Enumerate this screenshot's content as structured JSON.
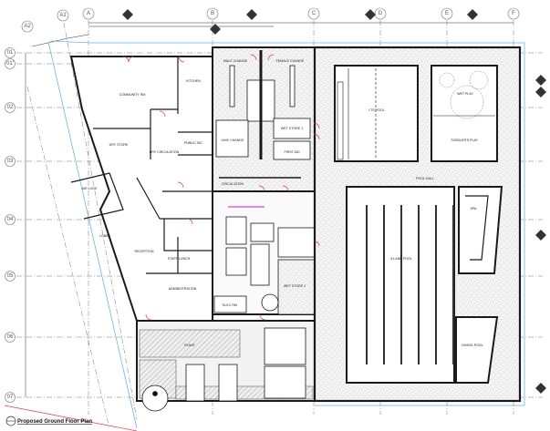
{
  "drawing": {
    "title": "Proposed Ground Floor Plan"
  },
  "grid": {
    "columns": [
      "A2",
      "A1",
      "A",
      "B",
      "C",
      "D",
      "E",
      "F"
    ],
    "rows": [
      "01",
      "01'",
      "02",
      "03",
      "04",
      "05",
      "06",
      "07"
    ]
  },
  "rooms": {
    "community_rm": "COMMUNITY RM",
    "kitchen": "KITCHEN",
    "dry_store": "DRY STORE",
    "dry_circulation": "DRY CIRCULATION",
    "public_wc": "PUBLIC WC",
    "air_lock": "AIR LOCK",
    "lobby": "LOBBY",
    "reception": "RECEPTION",
    "staff_lunch": "STAFF LUNCH",
    "administration": "ADMINISTRATION",
    "male_change": "MALE CHANGE",
    "female_change": "FEMALE CHANGE",
    "universal_change": "UNIV CHANGE",
    "first_aid": "FIRST AID",
    "wet_store": "WET STORE 1",
    "circulation": "CIRCULATION",
    "elec_rm": "ELEC RM",
    "wet_store_2": "WET STORE 2",
    "lts_pool": "LTS POOL",
    "wet_play": "WET PLAY",
    "toddlers_play": "TODDLER'S PLAY",
    "pool_hall": "POOL HALL",
    "leisure_pool": "8 LANE POOL",
    "spa": "SPA",
    "diving_pool": "DIVING POOL",
    "plant": "PLANT"
  },
  "colors": {
    "wall": "#1a1a1a",
    "grid": "#777777",
    "boundary_blue": "#6fb3f0",
    "door_red": "#e0303a",
    "site_line_red": "#ee3b3b",
    "hatch": "#8a8a8a"
  }
}
